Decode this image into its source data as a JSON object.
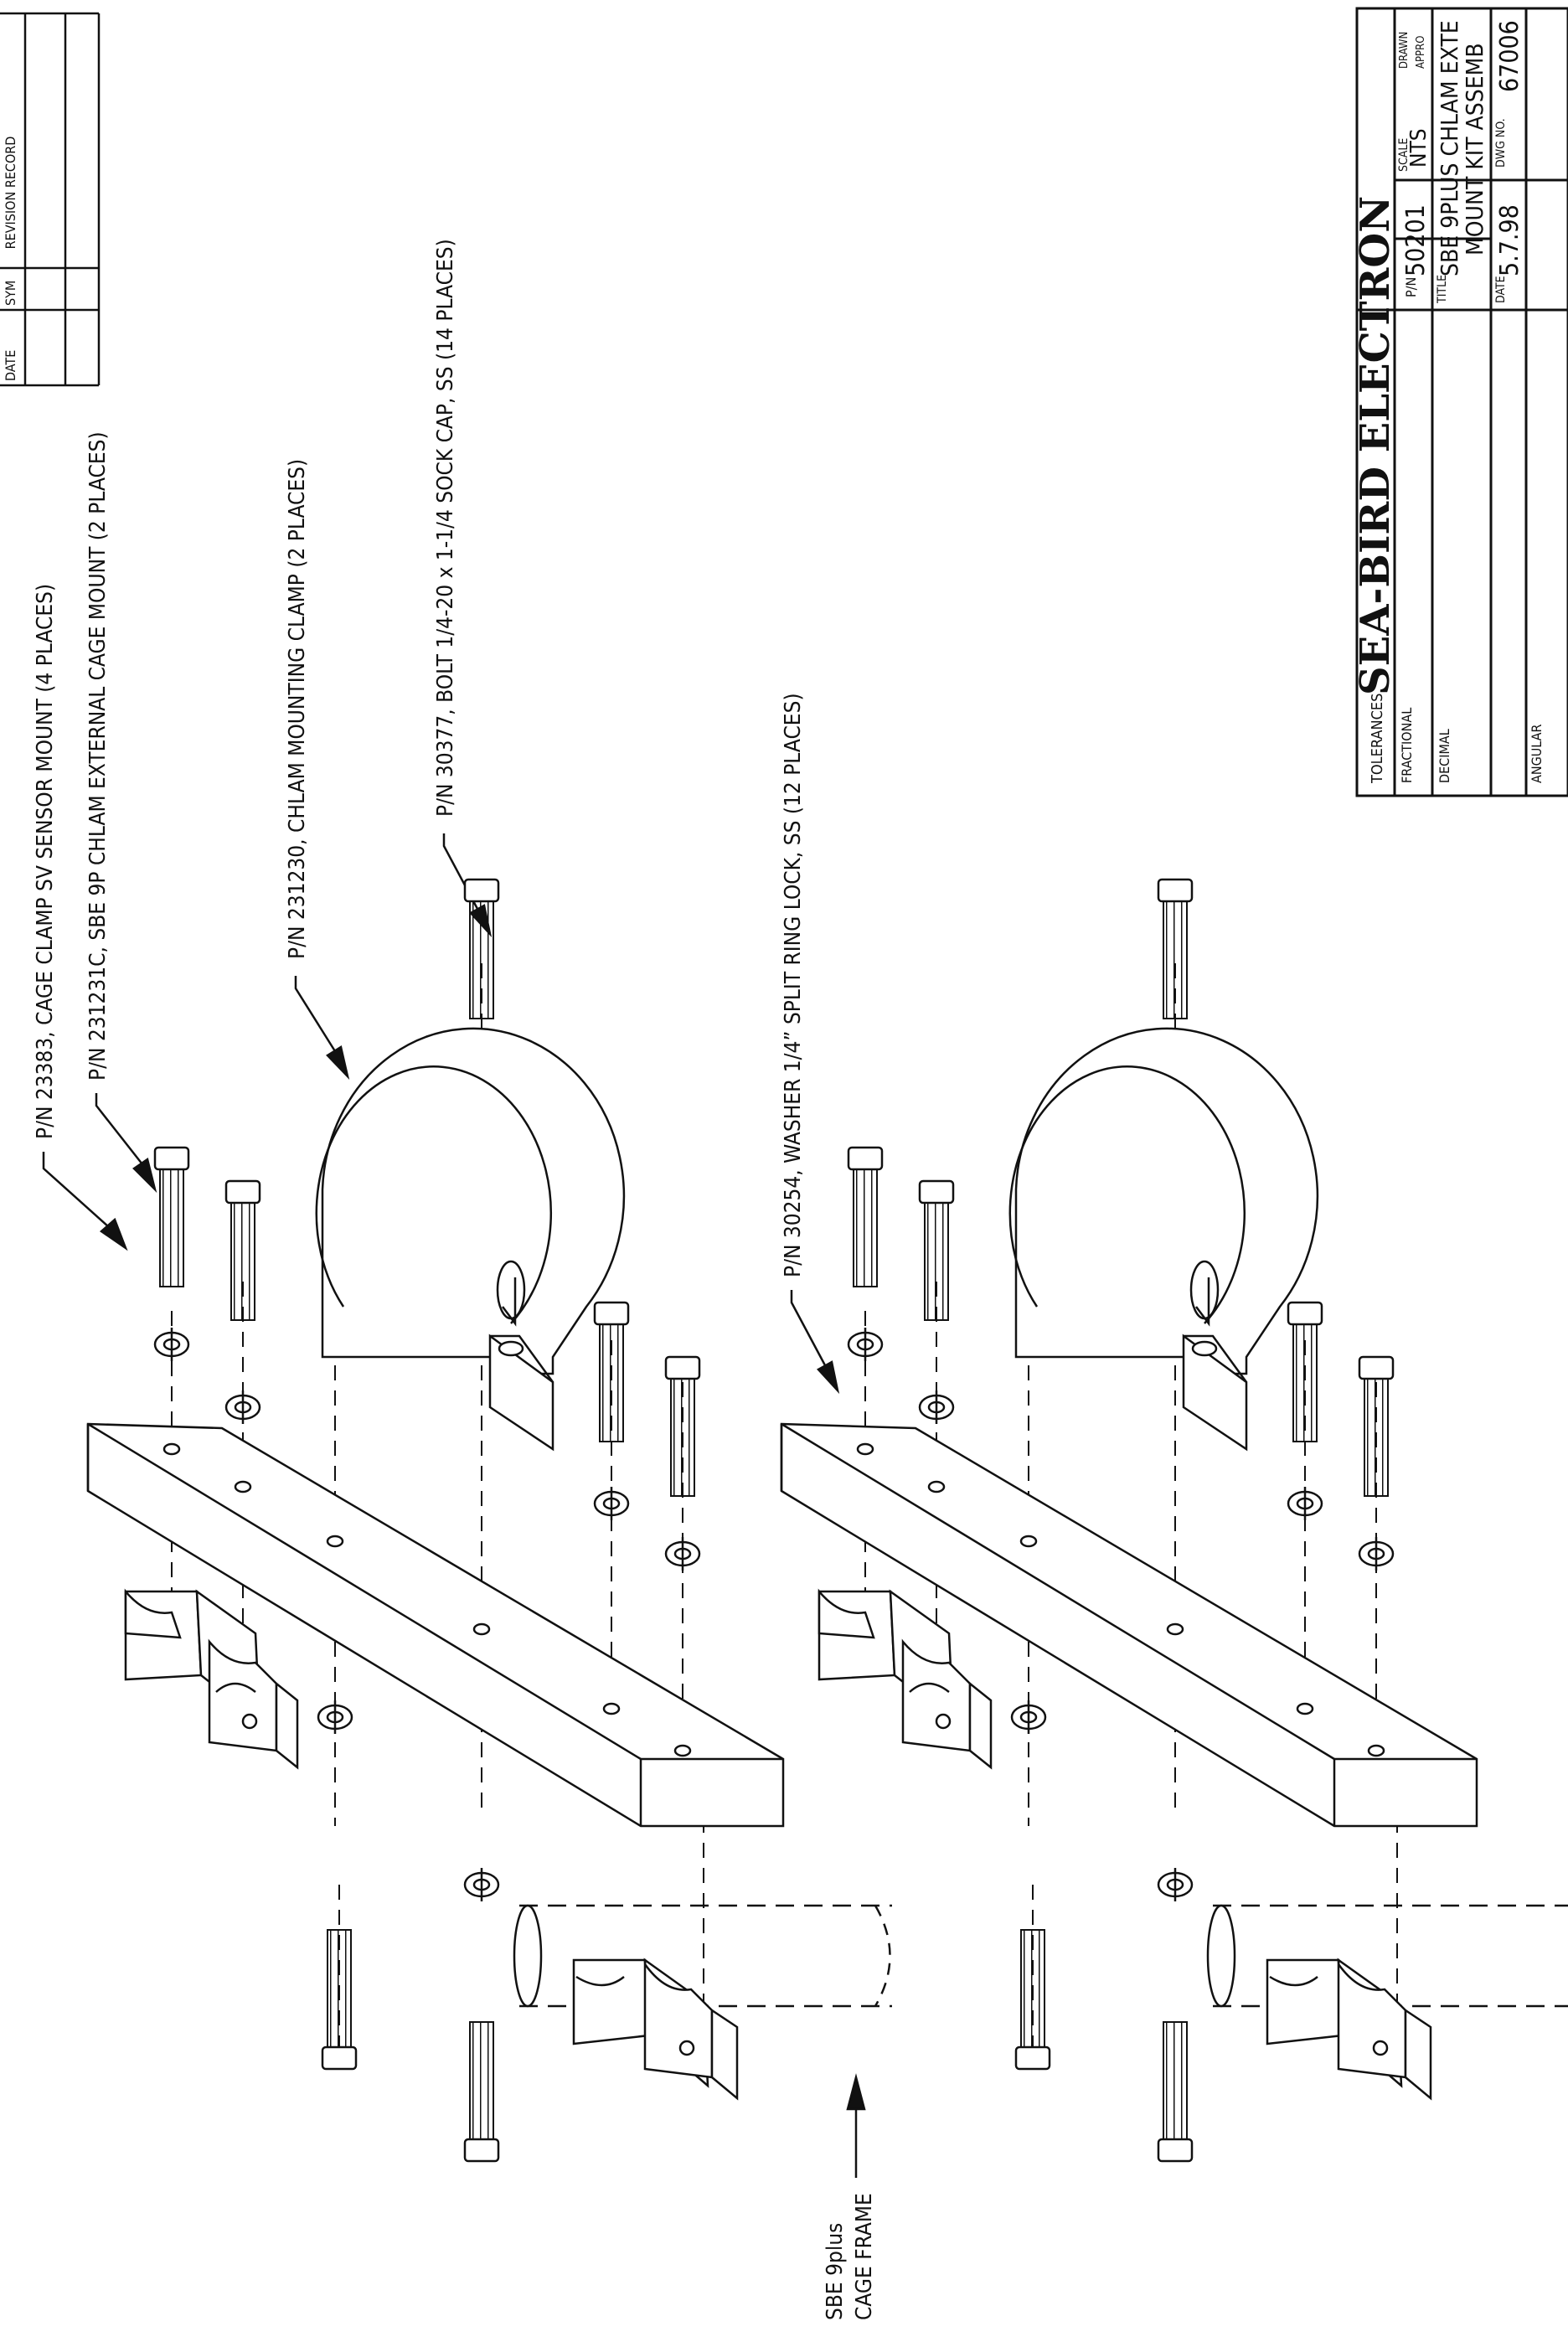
{
  "callouts": {
    "cage_clamp": "P/N 23383, CAGE CLAMP SV SENSOR MOUNT (4 PLACES)",
    "cage_mount": "P/N 231231C, SBE 9P CHLAM EXTERNAL CAGE MOUNT (2 PLACES)",
    "mounting_clamp": "P/N 231230, CHLAM MOUNTING CLAMP (2 PLACES)",
    "bolt": "P/N 30377, BOLT 1/4-20 x 1-1/4 SOCK CAP, SS (14 PLACES)",
    "washer": "P/N 30254, WASHER 1/4” SPLIT RING LOCK, SS (12 PLACES)",
    "frame_line1": "SBE 9plus",
    "frame_line2": "CAGE FRAME"
  },
  "revision_block": {
    "col_date": "DATE",
    "col_sym": "SYM",
    "col_record": "REVISION RECORD"
  },
  "title_block": {
    "tolerances": "TOLERANCES",
    "fractional": "FRACTIONAL",
    "decimal": "DECIMAL",
    "angular": "ANGULAR",
    "company": "SEA-BIRD ELECTRON",
    "pn_label": "P/N",
    "pn_value": "50201",
    "scale_label": "SCALE",
    "scale_value": "NTS",
    "drawn_label": "DRAWN",
    "approved_label": "APPRO",
    "title_label": "TITLE",
    "title_line1": "SBE 9PLUS CHLAM EXTE",
    "title_line2": "MOUNT KIT ASSEMB",
    "date_label": "DATE",
    "date_value": "5.7.98",
    "dwg_label": "DWG NO.",
    "dwg_value": "67006"
  }
}
